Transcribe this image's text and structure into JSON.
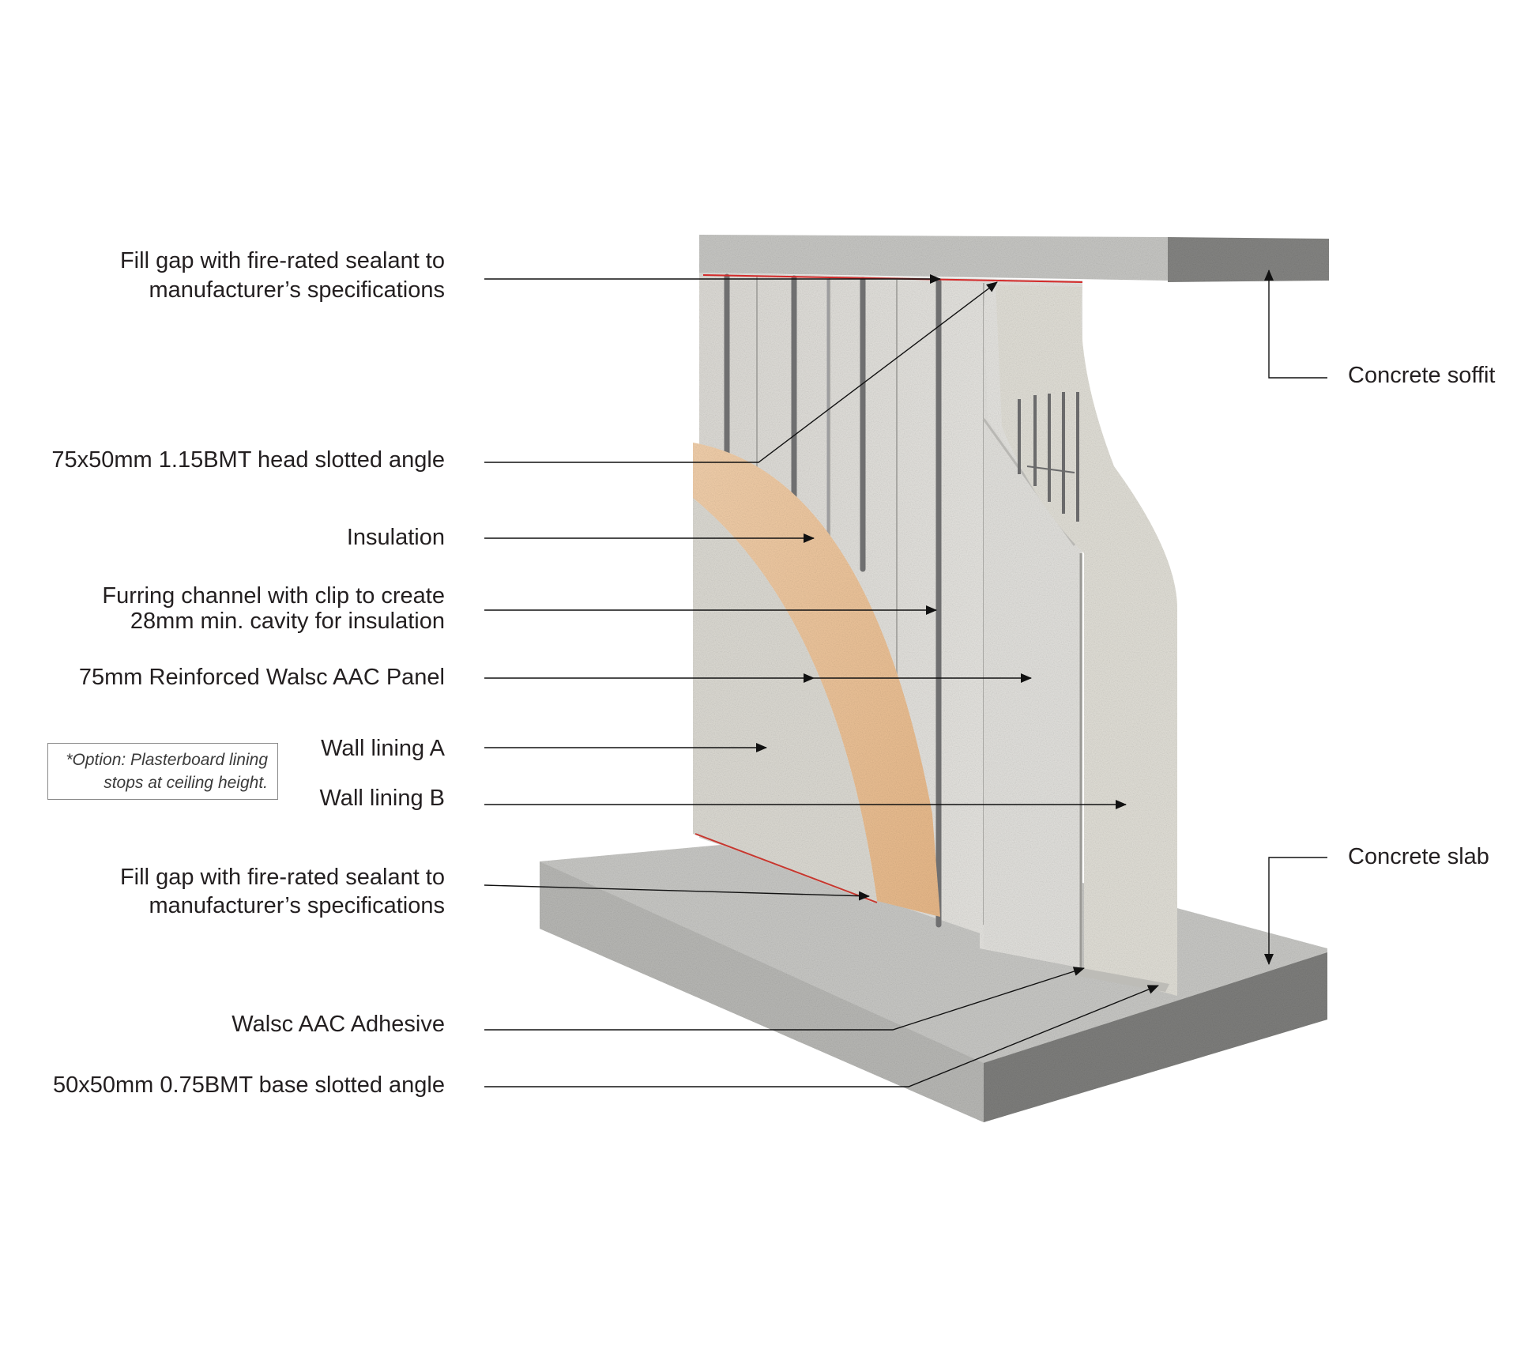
{
  "labels": {
    "head_sealant_1": "Fill gap with fire-rated sealant to",
    "head_sealant_2": "manufacturer’s specifications",
    "head_angle": "75x50mm 1.15BMT head slotted angle",
    "insulation": "Insulation",
    "furring_1": "Furring channel with clip to create",
    "furring_2": "28mm min. cavity for insulation",
    "panel": "75mm Reinforced Walsc AAC Panel",
    "lining_a": "Wall lining A",
    "lining_b": "Wall lining B",
    "base_sealant_1": "Fill gap with fire-rated sealant to",
    "base_sealant_2": "manufacturer’s specifications",
    "adhesive": "Walsc AAC Adhesive",
    "base_angle": "50x50mm 0.75BMT base slotted angle",
    "soffit": "Concrete soffit",
    "slab": "Concrete slab"
  },
  "note": {
    "line1": "*Option: Plasterboard lining",
    "line2": "stops at ceiling height."
  },
  "colors": {
    "text": "#231f20",
    "concrete": "#c7c7c4",
    "concrete_dark": "#8e8e8c",
    "panel": "#e2e1dd",
    "lining": "#dcdad2",
    "insulation": "#f0c9a3",
    "sealant": "#d42a2a"
  }
}
